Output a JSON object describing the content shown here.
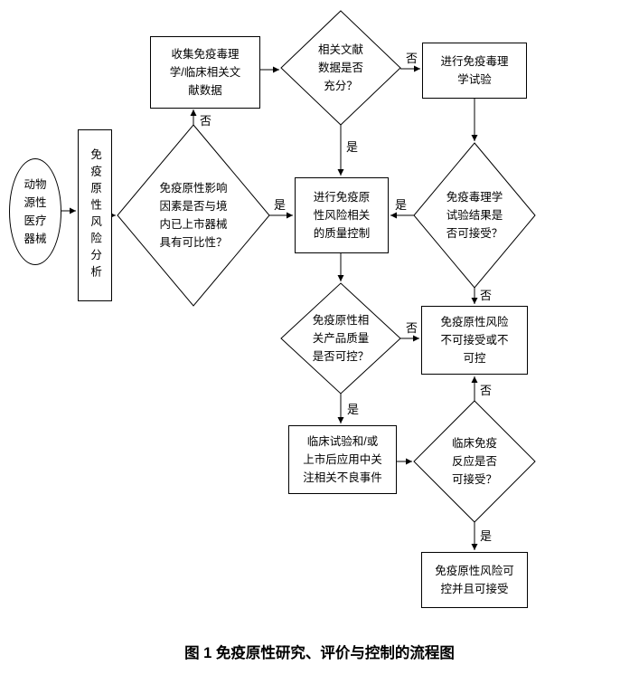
{
  "caption": "图 1  免疫原性研究、评价与控制的流程图",
  "labels": {
    "yes": "是",
    "no": "否"
  },
  "nodes": {
    "start": {
      "text": "动物\n源性\n医疗\n器械"
    },
    "risk_analysis": {
      "text": "免疫原性风险分析"
    },
    "comparability_decision": {
      "text": "免疫原性影响\n因素是否与境\n内已上市器械\n具有可比性？"
    },
    "collect_literature": {
      "text": "收集免疫毒理\n学/临床相关文\n献数据"
    },
    "literature_sufficient_decision": {
      "text": "相关文献\n数据是否\n充分？"
    },
    "immunotox_test": {
      "text": "进行免疫毒理\n学试验"
    },
    "quality_control": {
      "text": "进行免疫原\n性风险相关\n的质量控制"
    },
    "test_result_decision": {
      "text": "免疫毒理学\n试验结果是\n否可接受？"
    },
    "product_quality_decision": {
      "text": "免疫原性相\n关产品质量\n是否可控？"
    },
    "risk_unacceptable": {
      "text": "免疫原性风险\n不可接受或不\n可控"
    },
    "clinical_trial": {
      "text": "临床试验和/或\n上市后应用中关\n注相关不良事件"
    },
    "clinical_reaction_decision": {
      "text": "临床免疫\n反应是否\n可接受？"
    },
    "risk_acceptable": {
      "text": "免疫原性风险可\n控并且可接受"
    }
  }
}
